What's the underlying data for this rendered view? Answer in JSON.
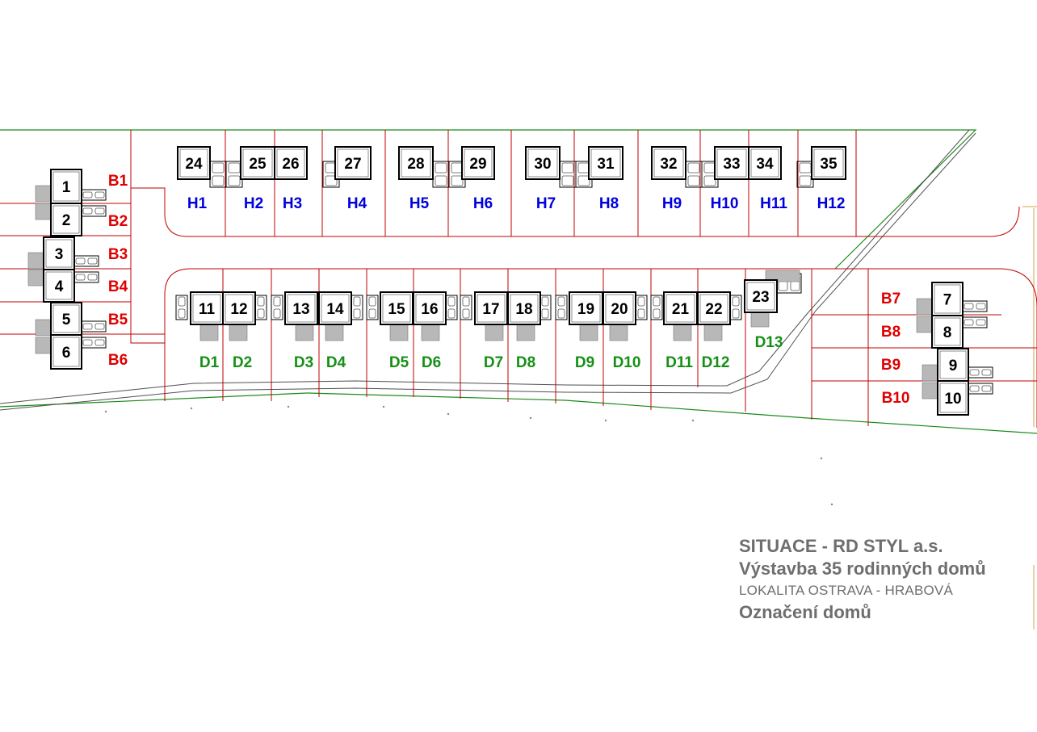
{
  "colors": {
    "lot_line": "#c00000",
    "road": "#505050",
    "boundary": "#1a8a1a",
    "house_outline": "#000000",
    "garage_fill": "#b8b8b8",
    "label_b": "#e00000",
    "label_h": "#0000dd",
    "label_d": "#159015",
    "title_text": "#6e6e6e"
  },
  "title_block": {
    "line1": "SITUACE - RD STYL a.s.",
    "line2": "Výstavba 35 rodinných domů",
    "line3": "LOKALITA OSTRAVA - HRABOVÁ",
    "line4": "Označení domů"
  },
  "houses": [
    {
      "number": "1",
      "group": "B"
    },
    {
      "number": "2",
      "group": "B"
    },
    {
      "number": "3",
      "group": "B"
    },
    {
      "number": "4",
      "group": "B"
    },
    {
      "number": "5",
      "group": "B"
    },
    {
      "number": "6",
      "group": "B"
    },
    {
      "number": "7",
      "group": "B"
    },
    {
      "number": "8",
      "group": "B"
    },
    {
      "number": "9",
      "group": "B"
    },
    {
      "number": "10",
      "group": "B"
    },
    {
      "number": "11",
      "group": "D"
    },
    {
      "number": "12",
      "group": "D"
    },
    {
      "number": "13",
      "group": "D"
    },
    {
      "number": "14",
      "group": "D"
    },
    {
      "number": "15",
      "group": "D"
    },
    {
      "number": "16",
      "group": "D"
    },
    {
      "number": "17",
      "group": "D"
    },
    {
      "number": "18",
      "group": "D"
    },
    {
      "number": "19",
      "group": "D"
    },
    {
      "number": "20",
      "group": "D"
    },
    {
      "number": "21",
      "group": "D"
    },
    {
      "number": "22",
      "group": "D"
    },
    {
      "number": "23",
      "group": "D"
    },
    {
      "number": "24",
      "group": "H"
    },
    {
      "number": "25",
      "group": "H"
    },
    {
      "number": "26",
      "group": "H"
    },
    {
      "number": "27",
      "group": "H"
    },
    {
      "number": "28",
      "group": "H"
    },
    {
      "number": "29",
      "group": "H"
    },
    {
      "number": "30",
      "group": "H"
    },
    {
      "number": "31",
      "group": "H"
    },
    {
      "number": "32",
      "group": "H"
    },
    {
      "number": "33",
      "group": "H"
    },
    {
      "number": "34",
      "group": "H"
    },
    {
      "number": "35",
      "group": "H"
    }
  ],
  "lot_labels": {
    "B": [
      "B1",
      "B2",
      "B3",
      "B4",
      "B5",
      "B6",
      "B7",
      "B8",
      "B9",
      "B10"
    ],
    "H": [
      "H1",
      "H2",
      "H3",
      "H4",
      "H5",
      "H6",
      "H7",
      "H8",
      "H9",
      "H10",
      "H11",
      "H12"
    ],
    "D": [
      "D1",
      "D2",
      "D3",
      "D4",
      "D5",
      "D6",
      "D7",
      "D8",
      "D9",
      "D10",
      "D11",
      "D12",
      "D13"
    ]
  }
}
